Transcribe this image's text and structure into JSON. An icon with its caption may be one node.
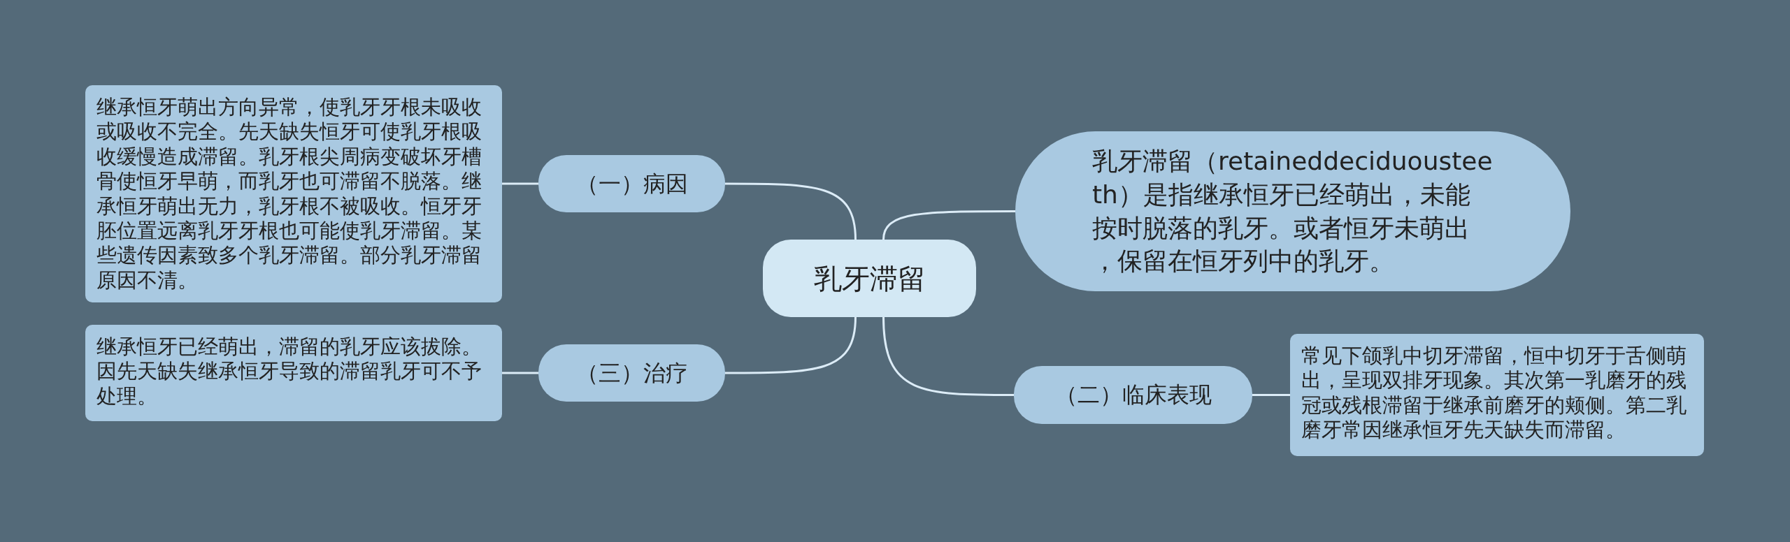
{
  "diagram": {
    "nodes": [
      {
        "text": [
          "乳牙滞留"
        ]
      },
      {
        "text": [
          "乳牙滞留（retaineddeciduousteeth）是指继承恒牙已经萌出，未能按时脱落的乳牙。或者恒牙未萌出，保留在恒牙列中的乳牙。"
        ]
      },
      {
        "text": [
          "（一）病因"
        ]
      },
      {
        "text": [
          "继承恒牙萌出方向异常，使乳牙牙根未吸收或吸收不完全。先天缺失恒牙可使乳牙根吸收缓慢造成滞留。乳牙根尖周病变破坏牙槽骨使恒牙早萌，而乳牙也可滞留不脱落。继承恒牙萌出无力，乳牙根不被吸收。恒牙牙胚位置远离乳牙牙根也可能使乳牙滞留。某些遗传因素致多个乳牙滞留。部分乳牙滞留原因不清。"
        ]
      },
      {
        "text": [
          "（二）临床表现"
        ]
      },
      {
        "text": [
          "常见下颌乳中切牙滞留，恒中切牙于舌侧萌出，呈现双排牙现象。其次第一乳磨牙的残冠或残根滞留于继承前磨牙的颊侧。第二乳磨牙常因继承恒牙先天缺失而滞留。"
        ]
      },
      {
        "text": [
          "（三）治疗"
        ]
      },
      {
        "text": [
          "继承恒牙已经萌出，滞留的乳牙应该拔除。因先天缺失继承恒牙导致的滞留乳牙可不予处理。"
        ]
      }
    ],
    "edges": [
      {
        "from": 0,
        "to": 1,
        "arrow": "none"
      },
      {
        "from": 0,
        "to": 2,
        "arrow": "none"
      },
      {
        "from": 2,
        "to": 3,
        "arrow": "none"
      },
      {
        "from": 0,
        "to": 4,
        "arrow": "none"
      },
      {
        "from": 4,
        "to": 5,
        "arrow": "none"
      },
      {
        "from": 0,
        "to": 6,
        "arrow": "none"
      },
      {
        "from": 6,
        "to": 7,
        "arrow": "none"
      }
    ]
  }
}
